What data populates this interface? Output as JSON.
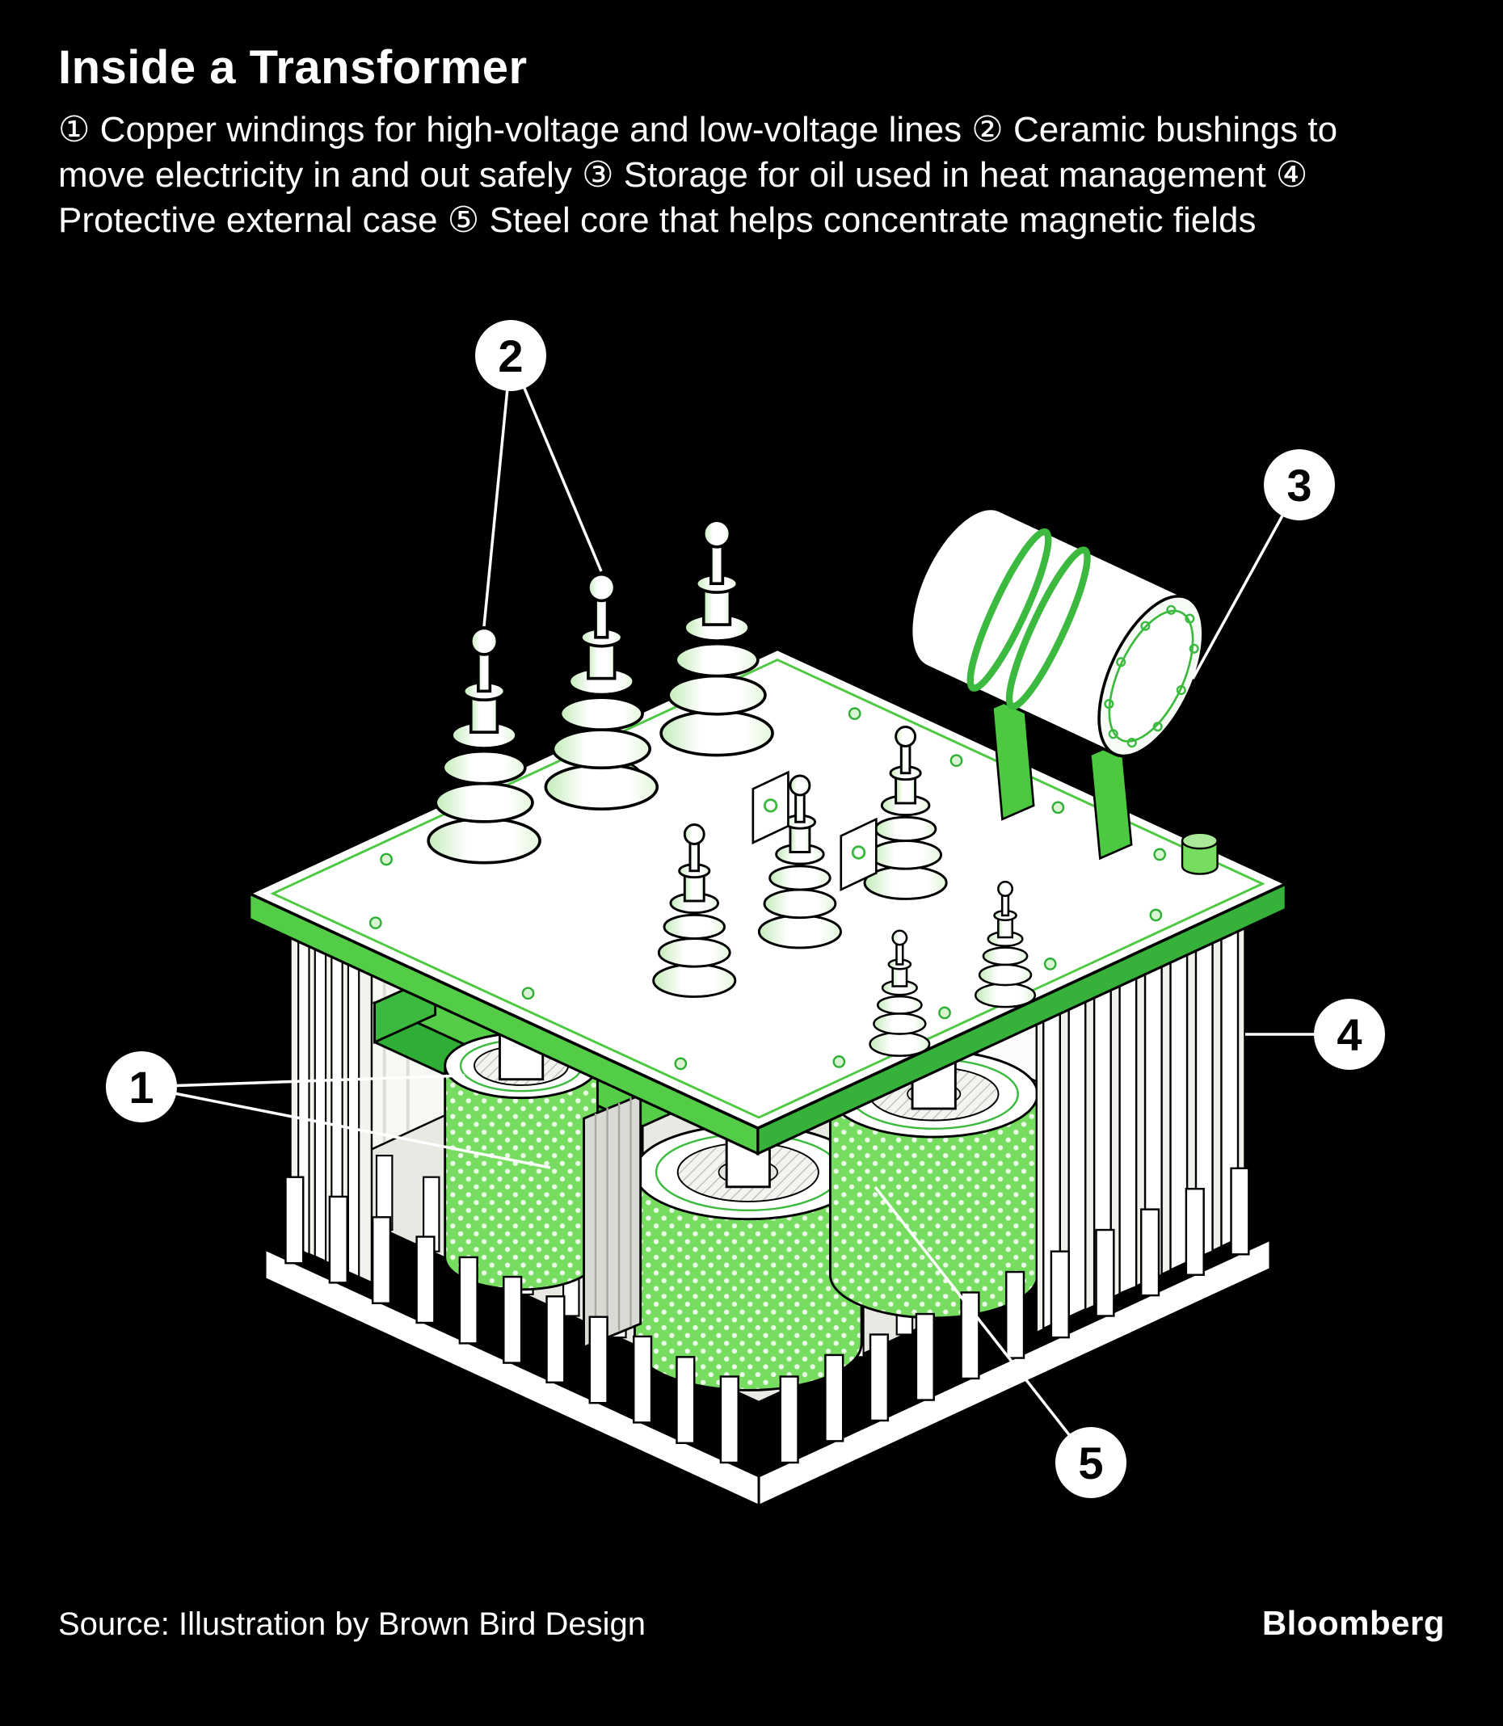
{
  "colors": {
    "background": "#000000",
    "text": "#ffffff",
    "accent_green": "#3cb93f",
    "light_green": "#76dd60",
    "pale_green": "#d9f4d0",
    "badge_bg": "#ffffff",
    "badge_text": "#000000"
  },
  "header": {
    "title": "Inside a Transformer",
    "description_lines": [
      "① Copper windings for high-voltage and low-voltage lines  ② Ceramic bushings to",
      "move electricity in and out safely ③ Storage for oil used in heat management ④",
      "Protective external case ⑤ Steel core that helps concentrate magnetic fields"
    ]
  },
  "callouts": [
    {
      "number": "1"
    },
    {
      "number": "2"
    },
    {
      "number": "3"
    },
    {
      "number": "4"
    },
    {
      "number": "5"
    }
  ],
  "footer": {
    "source": "Source: Illustration by Brown Bird Design",
    "brand": "Bloomberg"
  }
}
